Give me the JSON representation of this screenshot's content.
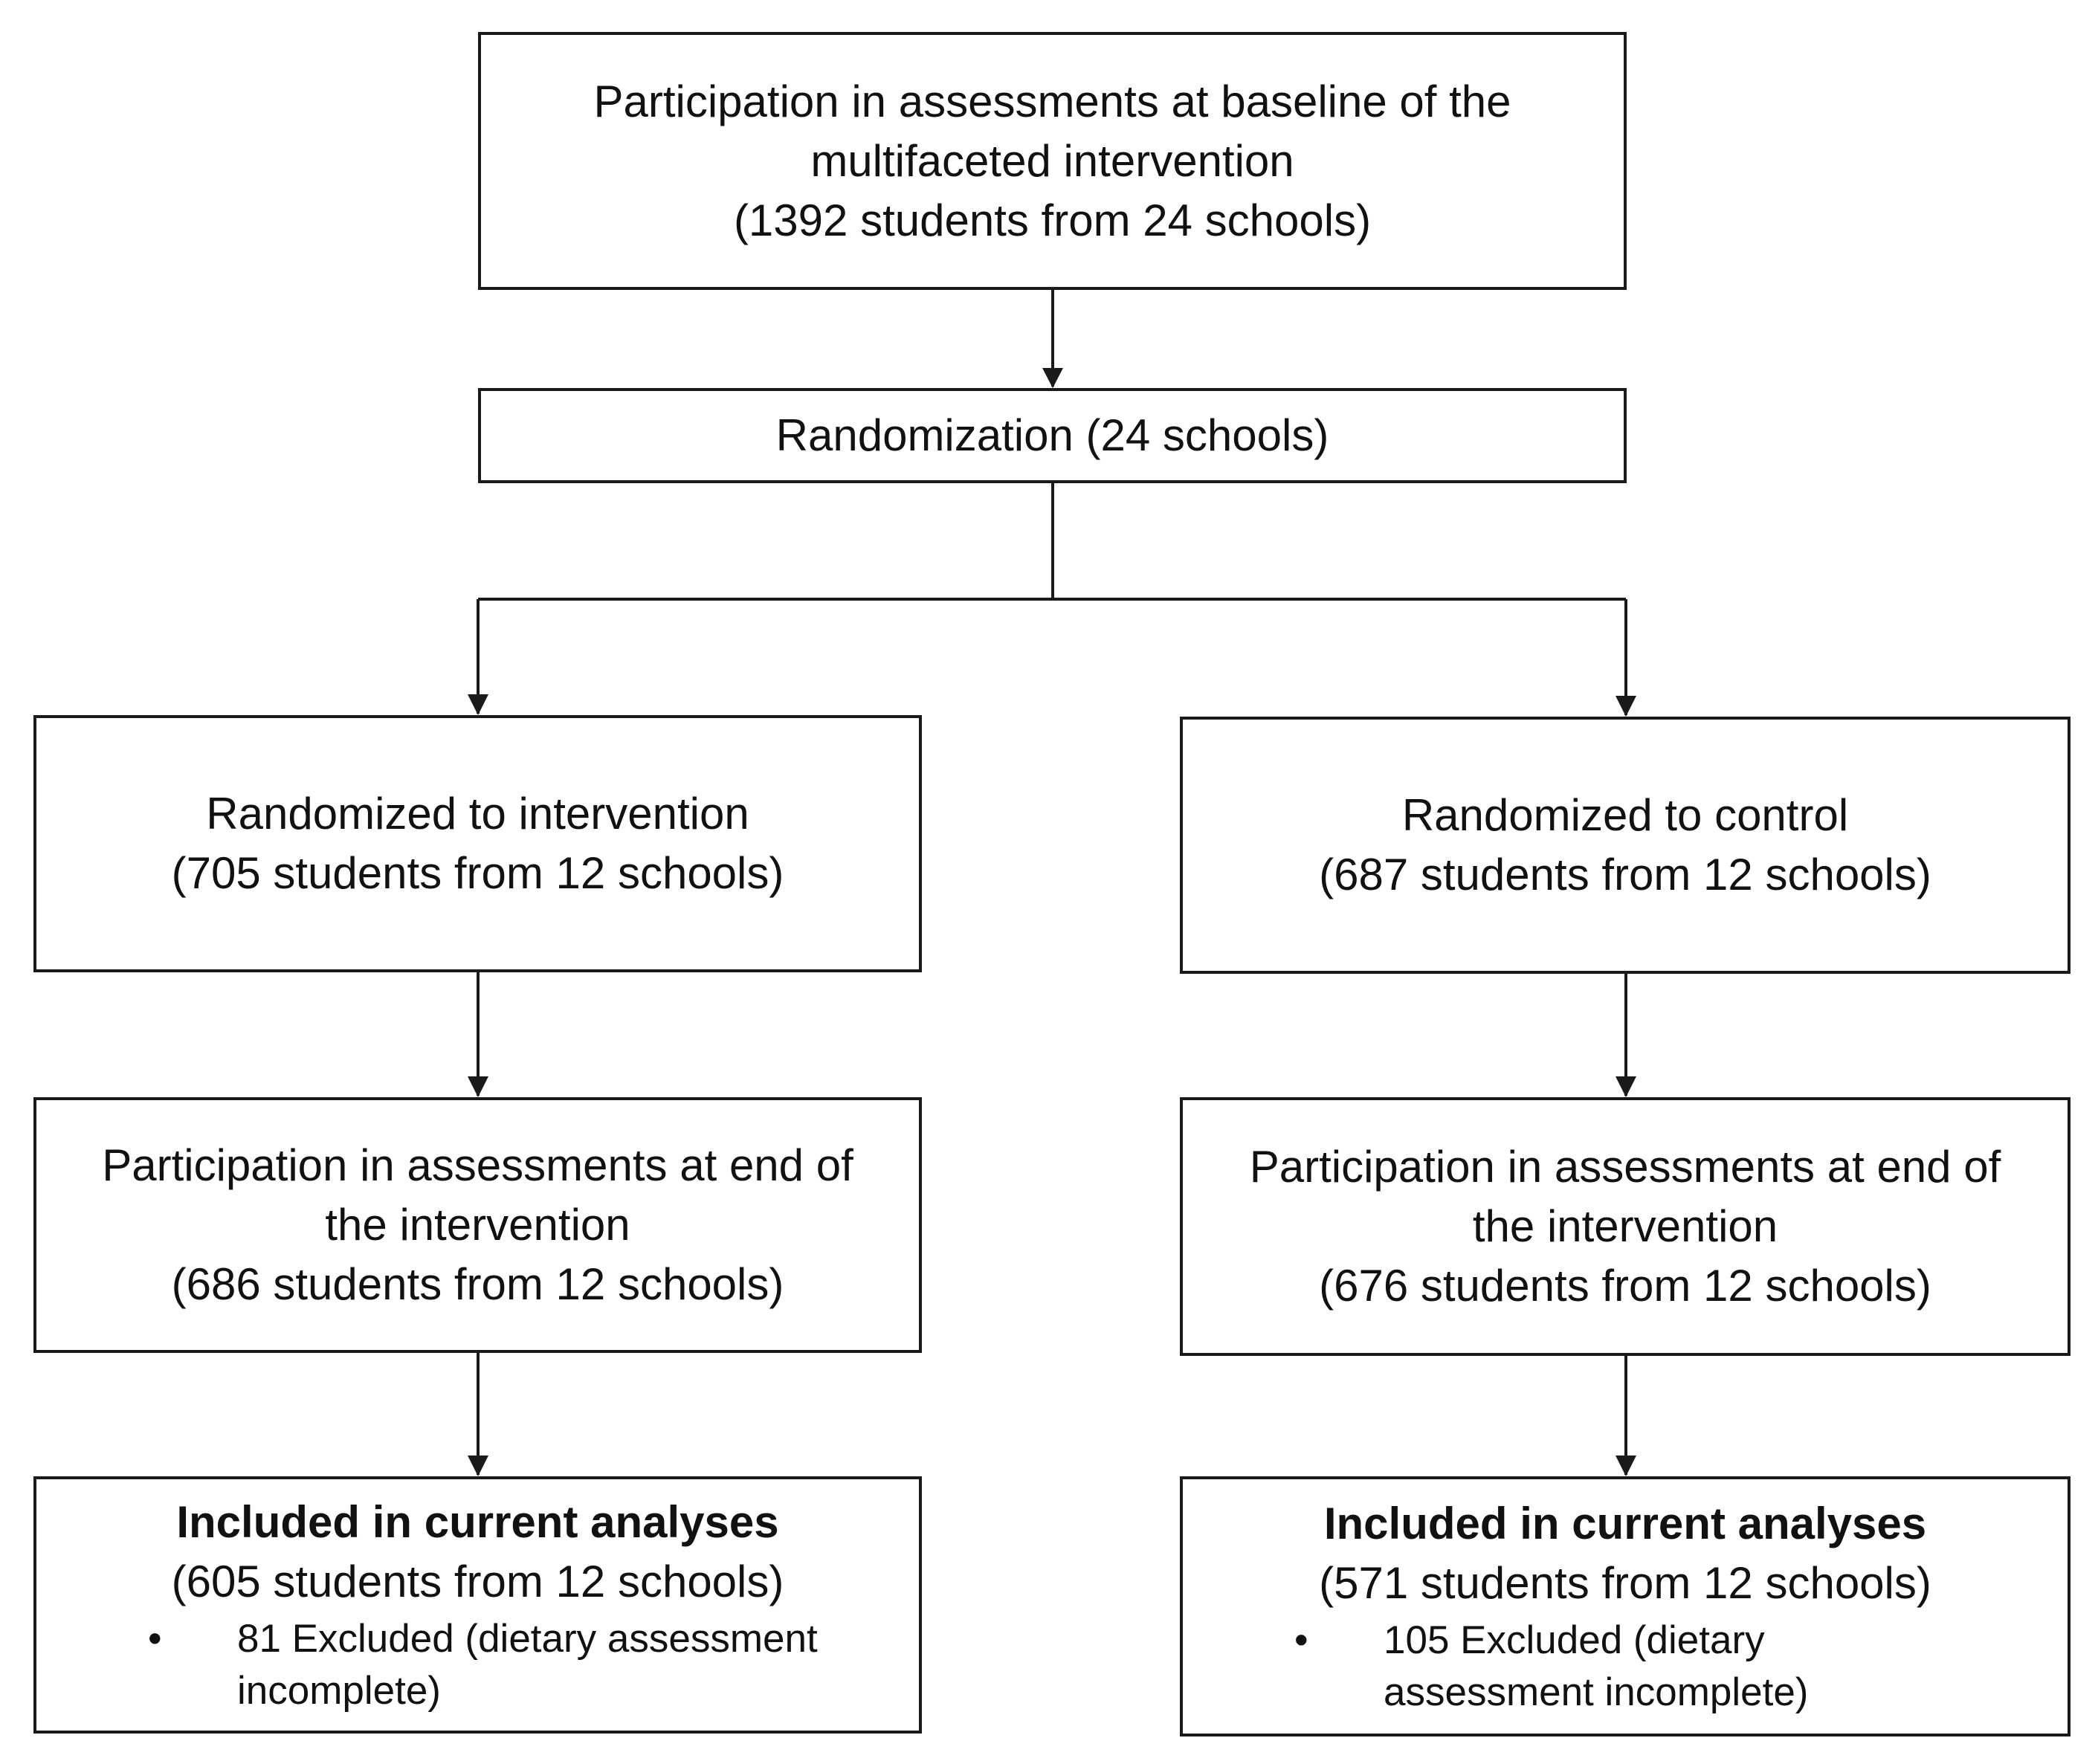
{
  "flowchart": {
    "baseline": {
      "line1": "Participation in assessments at baseline of the",
      "line2": "multifaceted intervention",
      "line3": "(1392 students from 24 schools)"
    },
    "randomization": {
      "label": "Randomization (24 schools)"
    },
    "intervention": {
      "randomized": {
        "line1": "Randomized to intervention",
        "line2": "(705 students from 12 schools)"
      },
      "end": {
        "line1": "Participation in assessments at end of",
        "line2": "the intervention",
        "line3": "(686 students from 12 schools)"
      },
      "included": {
        "title": "Included in current analyses",
        "line2": "(605 students from 12 schools)",
        "bullet": "•",
        "excluded_line1": "81 Excluded (dietary assessment",
        "excluded_line2": "incomplete)"
      }
    },
    "control": {
      "randomized": {
        "line1": "Randomized to control",
        "line2": "(687 students from 12 schools)"
      },
      "end": {
        "line1": "Participation in assessments at end of",
        "line2": "the intervention",
        "line3": "(676 students from 12 schools)"
      },
      "included": {
        "title": "Included in current analyses",
        "line2": "(571 students from 12 schools)",
        "bullet": "•",
        "excluded_line1": "105 Excluded (dietary",
        "excluded_line2": "assessment incomplete)"
      }
    }
  }
}
